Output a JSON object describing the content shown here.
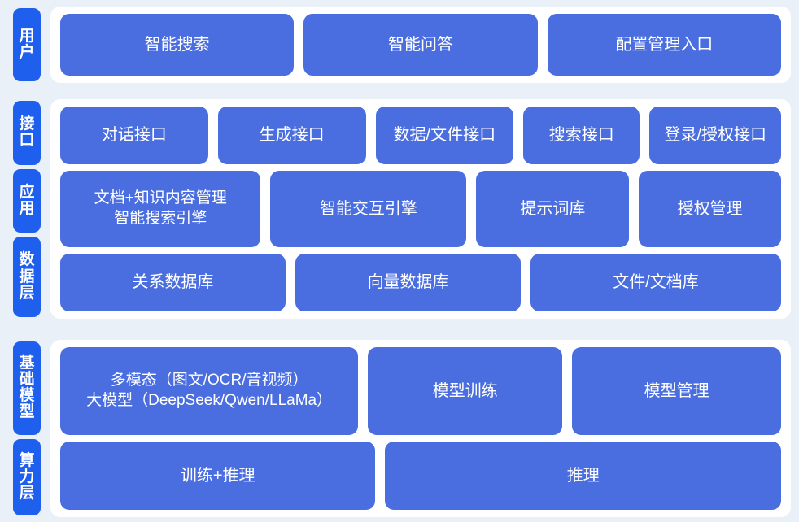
{
  "theme": {
    "background": "#eaf0f8",
    "panel_background": "#ffffff",
    "tab_color": "#1f5fee",
    "card_color": "#4a6ee0",
    "text_color": "#ffffff"
  },
  "bands": {
    "user": {
      "tabs": [
        {
          "label": "用户"
        }
      ],
      "rows": [
        {
          "name": "user-entry-row",
          "cards": [
            {
              "label": "智能搜索"
            },
            {
              "label": "智能问答"
            },
            {
              "label": "配置管理入口"
            }
          ]
        }
      ]
    },
    "platform": {
      "tabs": [
        {
          "label": "接口"
        },
        {
          "label": "应用"
        },
        {
          "label": "数据层"
        }
      ],
      "rows": [
        {
          "name": "interface-row",
          "cards": [
            {
              "label": "对话接口"
            },
            {
              "label": "生成接口"
            },
            {
              "label": "数据/文件接口"
            },
            {
              "label": "搜索接口"
            },
            {
              "label": "登录/授权接口"
            }
          ]
        },
        {
          "name": "application-row",
          "cards": [
            {
              "label": "文档+知识内容管理\n智能搜索引擎",
              "two_line": true
            },
            {
              "label": "智能交互引擎"
            },
            {
              "label": "提示词库"
            },
            {
              "label": "授权管理"
            }
          ]
        },
        {
          "name": "data-row",
          "cards": [
            {
              "label": "关系数据库"
            },
            {
              "label": "向量数据库"
            },
            {
              "label": "文件/文档库"
            }
          ]
        }
      ]
    },
    "foundation": {
      "tabs": [
        {
          "label": "基础模型"
        },
        {
          "label": "算力层"
        }
      ],
      "rows": [
        {
          "name": "model-row",
          "cards": [
            {
              "label": "多模态（图文/OCR/音视频）\n大模型（DeepSeek/Qwen/LLaMa）",
              "two_line": true
            },
            {
              "label": "模型训练"
            },
            {
              "label": "模型管理"
            }
          ]
        },
        {
          "name": "compute-row",
          "cards": [
            {
              "label": "训练+推理"
            },
            {
              "label": "推理"
            }
          ]
        }
      ]
    }
  }
}
